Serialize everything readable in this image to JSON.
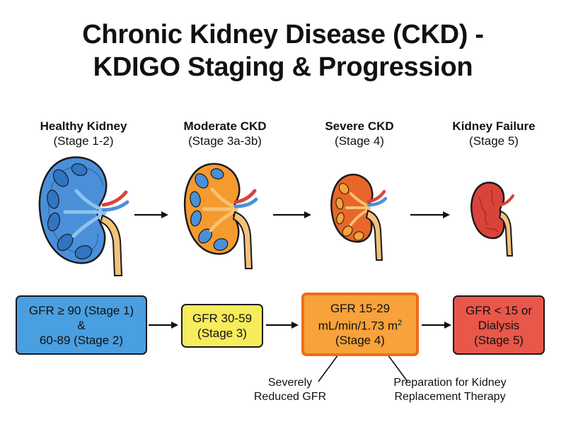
{
  "title": {
    "line1": "Chronic Kidney Disease (CKD) -",
    "line2": "KDIGO Staging & Progression"
  },
  "stages": [
    {
      "name": "Healthy Kidney",
      "sub": "(Stage 1-2)"
    },
    {
      "name": "Moderate CKD",
      "sub": "(Stage 3a-3b)"
    },
    {
      "name": "Severe CKD",
      "sub": "(Stage 4)"
    },
    {
      "name": "Kidney Failure",
      "sub": "(Stage 5)"
    }
  ],
  "boxes": [
    {
      "lines": [
        "GFR ≥ 90 (Stage 1)",
        "&",
        "60-89 (Stage 2)"
      ],
      "fill": "#4a9fe0"
    },
    {
      "lines": [
        "GFR 30-59",
        "(Stage 3)"
      ],
      "fill": "#f6ec5c"
    },
    {
      "lines": [
        "GFR 15-29",
        "mL/min/1.73 m",
        "(Stage 4)"
      ],
      "sup": "2",
      "fill": "#f7a23a",
      "border": "#f26a1b"
    },
    {
      "lines": [
        "GFR < 15 or",
        "Dialysis",
        "(Stage 5)"
      ],
      "fill": "#e8574a"
    }
  ],
  "notes": [
    {
      "lines": [
        "Severely",
        "Reduced GFR"
      ]
    },
    {
      "lines": [
        "Preparation for Kidney",
        "Replacement Therapy"
      ]
    }
  ],
  "colors": {
    "healthy": "#4a90d9",
    "moderate": "#f49a2f",
    "severe": "#e8662a",
    "failure": "#d9433a",
    "ureter": "#f3c27a",
    "vessel_red": "#d9433a",
    "vessel_blue": "#4a90d9"
  },
  "icons": [
    "right-arrow-icon",
    "kidney-icon"
  ]
}
